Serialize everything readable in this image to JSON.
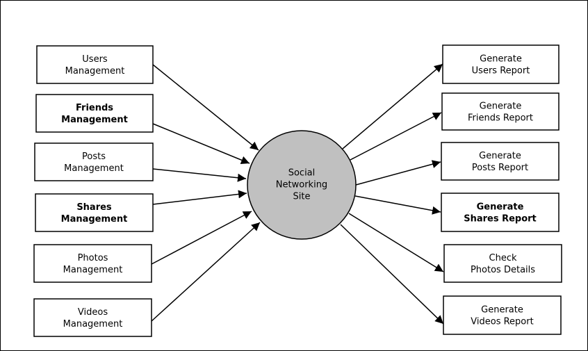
{
  "colors": {
    "stroke": "#000000",
    "box_fill": "#ffffff",
    "center_fill": "#c0c0c0",
    "background": "#ffffff"
  },
  "center": {
    "lines": [
      "Social",
      "Networking",
      "Site"
    ]
  },
  "inputs": [
    {
      "id": "users-management",
      "lines": [
        "Users",
        "Management"
      ],
      "bold": false
    },
    {
      "id": "friends-management",
      "lines": [
        "Friends",
        "Management"
      ],
      "bold": true
    },
    {
      "id": "posts-management",
      "lines": [
        "Posts",
        "Management"
      ],
      "bold": false
    },
    {
      "id": "shares-management",
      "lines": [
        "Shares",
        "Management"
      ],
      "bold": true
    },
    {
      "id": "photos-management",
      "lines": [
        "Photos",
        "Management"
      ],
      "bold": false
    },
    {
      "id": "videos-management",
      "lines": [
        "Videos",
        "Management"
      ],
      "bold": false
    }
  ],
  "outputs": [
    {
      "id": "generate-users-report",
      "lines": [
        "Generate",
        "Users Report"
      ],
      "bold": false
    },
    {
      "id": "generate-friends-report",
      "lines": [
        "Generate",
        "Friends Report"
      ],
      "bold": false
    },
    {
      "id": "generate-posts-report",
      "lines": [
        "Generate",
        "Posts Report"
      ],
      "bold": false
    },
    {
      "id": "generate-shares-report",
      "lines": [
        "Generate",
        "Shares Report"
      ],
      "bold": true
    },
    {
      "id": "check-photos-details",
      "lines": [
        "Check",
        "Photos Details"
      ],
      "bold": false
    },
    {
      "id": "generate-videos-report",
      "lines": [
        "Generate",
        "Videos Report"
      ],
      "bold": false
    }
  ]
}
